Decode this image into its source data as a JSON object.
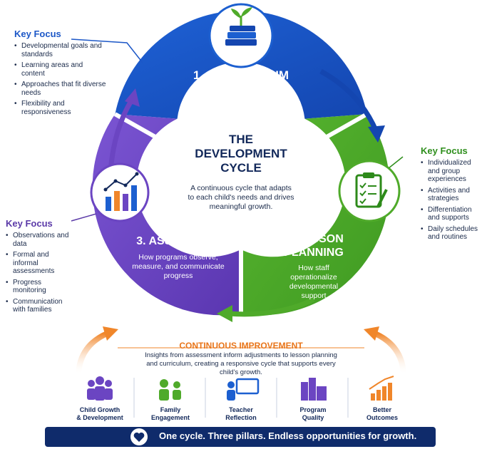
{
  "center": {
    "title_line1": "THE",
    "title_line2": "DEVELOPMENT",
    "title_line3": "CYCLE",
    "description": "A continuous cycle that adapts to each child's needs and drives meaningful growth."
  },
  "segments": {
    "curriculum": {
      "title": "1. CURRICULUM",
      "subtitle_line1": "What children are",
      "subtitle_line2": "being supported toward",
      "icon": "books-plant-icon",
      "color": "#1c5fd0"
    },
    "lesson_planning": {
      "title_line1": "2. LESSON",
      "title_line2": "PLANNING",
      "subtitle_line1": "How staff",
      "subtitle_line2": "operationalize",
      "subtitle_line3": "developmental",
      "subtitle_line4": "support",
      "icon": "clipboard-checklist-icon",
      "color": "#4faa2a"
    },
    "assessment": {
      "title": "3. ASSESSMENT",
      "subtitle_line1": "How programs observe,",
      "subtitle_line2": "measure, and communicate",
      "subtitle_line3": "progress",
      "icon": "bar-chart-icon",
      "color": "#6b45c2"
    }
  },
  "key_focus": {
    "curriculum": {
      "title": "Key Focus",
      "items": [
        "Developmental goals and standards",
        "Learning areas and content",
        "Approaches that fit diverse needs",
        "Flexibility and responsiveness"
      ]
    },
    "lesson_planning": {
      "title": "Key Focus",
      "items": [
        "Individualized and group experiences",
        "Activities and strategies",
        "Differentiation and supports",
        "Daily schedules and routines"
      ]
    },
    "assessment": {
      "title": "Key Focus",
      "items": [
        "Observations and data",
        "Formal and informal assessments",
        "Progress monitoring",
        "Communication with families"
      ]
    }
  },
  "continuous_improvement": {
    "title": "CONTINUOUS IMPROVEMENT",
    "description": "Insights from assessment inform adjustments to lesson planning and curriculum, creating a responsive cycle that supports every child's growth."
  },
  "outcomes": [
    {
      "label_line1": "Child Growth",
      "label_line2": "& Development",
      "icon": "children-group-icon"
    },
    {
      "label_line1": "Family",
      "label_line2": "Engagement",
      "icon": "family-icon"
    },
    {
      "label_line1": "Teacher",
      "label_line2": "Reflection",
      "icon": "teacher-board-icon"
    },
    {
      "label_line1": "Program",
      "label_line2": "Quality",
      "icon": "buildings-icon"
    },
    {
      "label_line1": "Better",
      "label_line2": "Outcomes",
      "icon": "growth-chart-icon"
    }
  ],
  "banner": {
    "text": "One cycle. Three pillars. Endless opportunities for growth.",
    "icon": "heart-icon"
  },
  "colors": {
    "blue": "#1c5fd0",
    "green": "#4faa2a",
    "purple": "#6b45c2",
    "orange": "#f0862a",
    "navy": "#0f2b6b"
  }
}
